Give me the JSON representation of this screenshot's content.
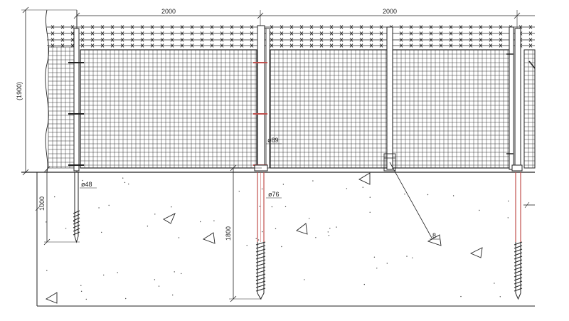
{
  "dimensions": {
    "panel_width_left": "2000",
    "panel_width_right": "2000",
    "fence_height": "(1900)",
    "embed_depth_short": "1000",
    "embed_depth_long": "1800",
    "post_diameter_main": "ø89",
    "pile_diameter_main": "ø76",
    "pile_diameter_side": "ø48",
    "callout_number": "8"
  },
  "colors": {
    "line": "#222222",
    "pile_red": "#c0504d",
    "mesh": "#333333"
  }
}
